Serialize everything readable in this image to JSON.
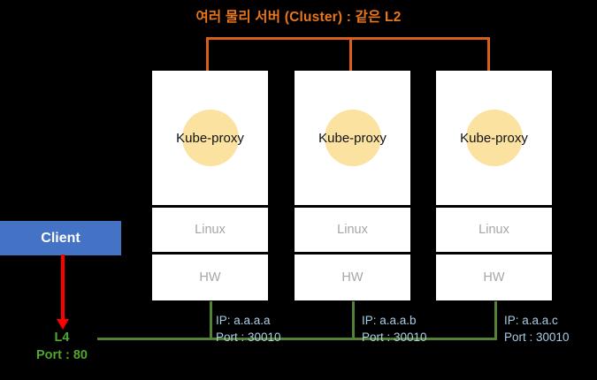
{
  "diagram": {
    "title": "여러 물리 서버 (Cluster) : 같은 L2",
    "colors": {
      "background": "#000000",
      "title_orange": "#E8761B",
      "bracket_orange": "#D9601C",
      "client_blue": "#4472C4",
      "arrow_red": "#FF0000",
      "network_green": "#548235",
      "label_green": "#4EA72E",
      "ip_blue": "#A9CDE3",
      "proxy_circle": "#FBE2A0",
      "box_white": "#FFFFFF",
      "os_gray": "#A6A6A6"
    }
  },
  "client": {
    "label": "Client"
  },
  "l4": {
    "name": "L4",
    "port": "Port : 80"
  },
  "servers": [
    {
      "proxy": "Kube-proxy",
      "os": "Linux",
      "hw": "HW",
      "ip": "IP: a.a.a.a",
      "port": "Port : 30010"
    },
    {
      "proxy": "Kube-proxy",
      "os": "Linux",
      "hw": "HW",
      "ip": "IP: a.a.a.b",
      "port": "Port : 30010"
    },
    {
      "proxy": "Kube-proxy",
      "os": "Linux",
      "hw": "HW",
      "ip": "IP: a.a.a.c",
      "port": "Port : 30010"
    }
  ]
}
